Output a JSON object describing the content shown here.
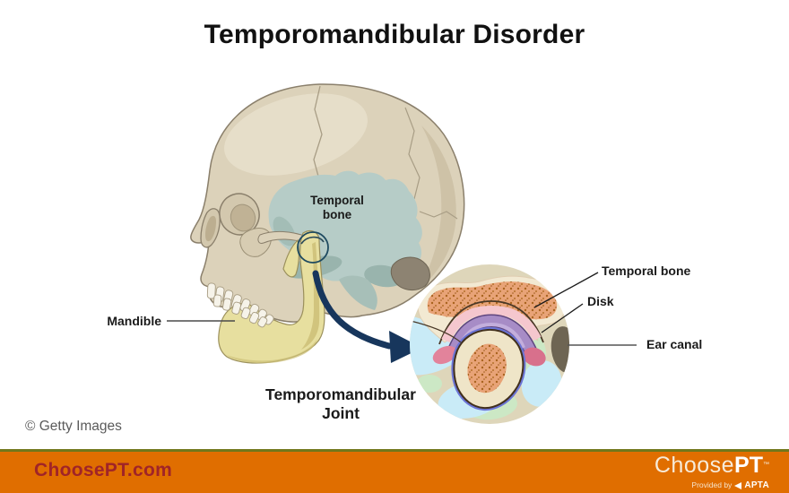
{
  "title": "Temporomandibular Disorder",
  "attribution": "© Getty Images",
  "diagram": {
    "skull": {
      "temporal_label": {
        "line1": "Temporal",
        "line2": "bone"
      },
      "mandible_label": "Mandible"
    },
    "inset": {
      "caption": {
        "line1": "Temporomandibular",
        "line2": "Joint"
      },
      "labels": {
        "temporal_bone": "Temporal bone",
        "disk": "Disk",
        "ear_canal": "Ear canal"
      }
    },
    "colors": {
      "cranium": "#DCD2BA",
      "cranium_outline": "#8A7F6B",
      "temporal_region": "#B6CCC7",
      "mandible": "#E7DF9F",
      "arrow": "#17365C",
      "inset_background": "#DED6BA",
      "bone_orange": "#E8A377",
      "disk_purple": "#A78CC6",
      "ligament_pink": "#E2839B",
      "soft_tissue_blue": "#C9EBF7",
      "soft_tissue_green": "#CCE8C5",
      "ear_canal": "#6E6553"
    }
  },
  "footer": {
    "site": "ChoosePT.com",
    "logo": {
      "choose": "Choose",
      "pt": "PT",
      "tm": "™"
    },
    "provided_by": "Provided by",
    "brand": "APTA",
    "colors": {
      "bar": "#E06E00",
      "site_text": "#A02428",
      "separator": "#71771B"
    }
  }
}
